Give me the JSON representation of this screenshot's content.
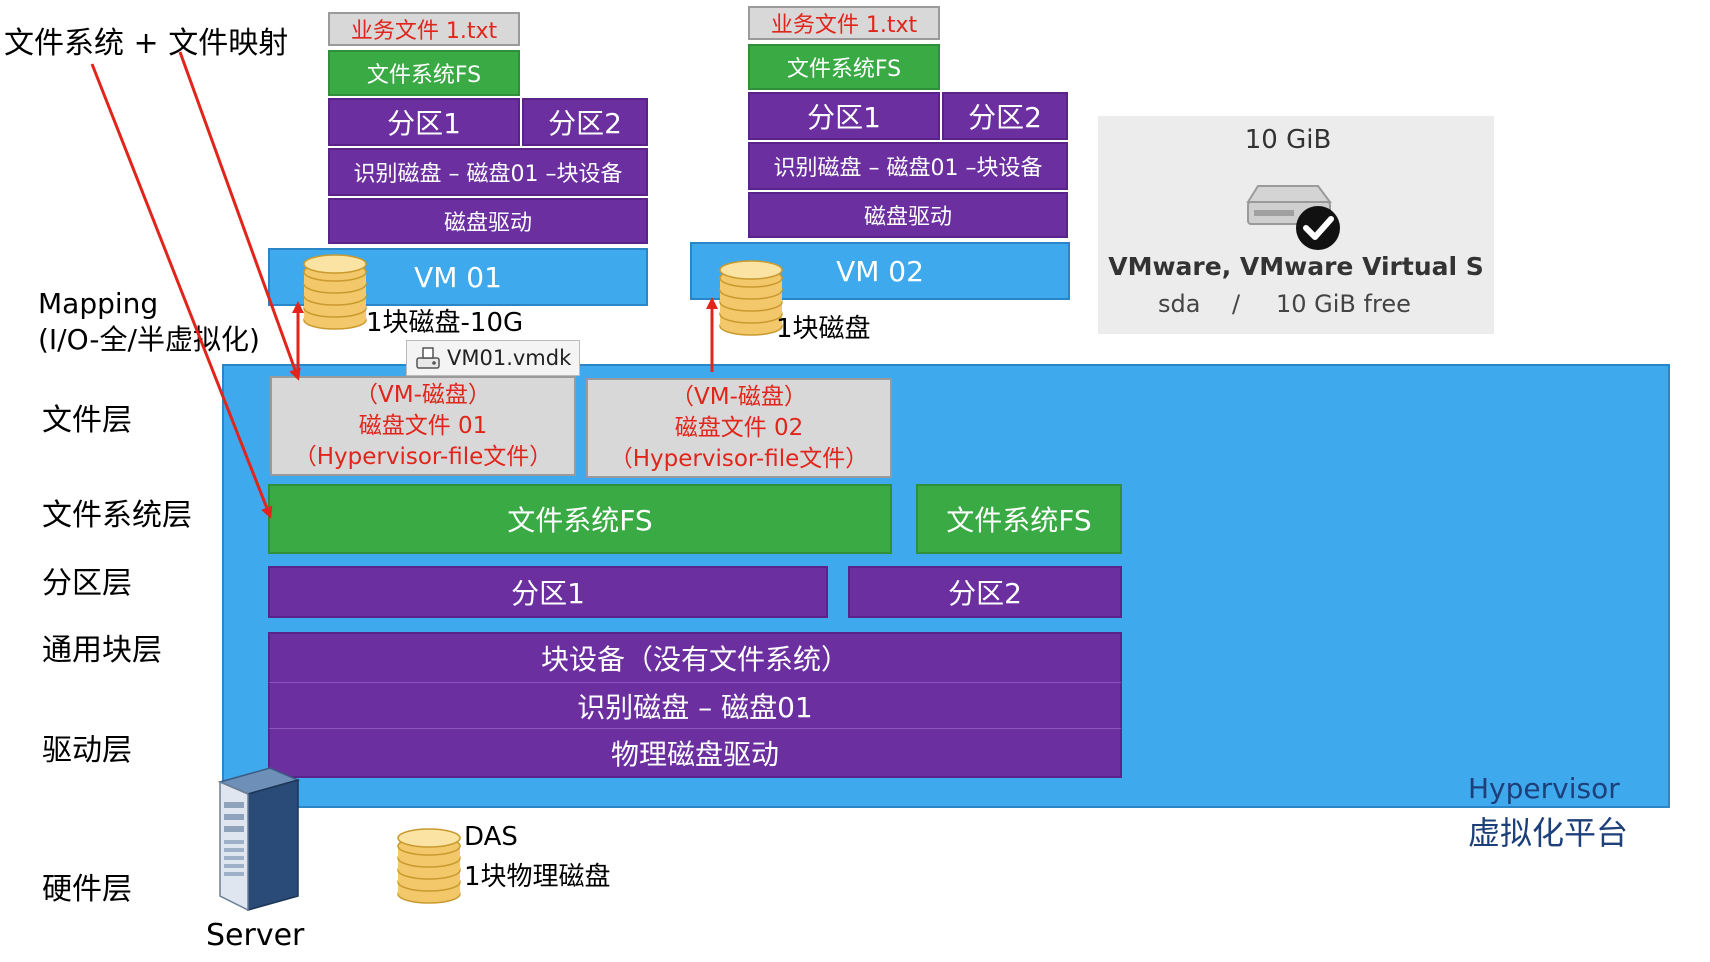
{
  "top_annotation": "文件系统 + 文件映射",
  "mapping_label": "Mapping\n(I/O-全/半虚拟化)",
  "layers": {
    "file": "文件层",
    "fs": "文件系统层",
    "partition": "分区层",
    "block": "通用块层",
    "driver": "驱动层",
    "hardware": "硬件层"
  },
  "vm1_stack": {
    "file": "业务文件 1.txt",
    "fs": "文件系统FS",
    "part1": "分区1",
    "part2": "分区2",
    "identify": "识别磁盘 – 磁盘01 –块设备",
    "driver": "磁盘驱动",
    "vm": "VM 01",
    "disk": "1块磁盘-10G"
  },
  "vm2_stack": {
    "file": "业务文件 1.txt",
    "fs": "文件系统FS",
    "part1": "分区1",
    "part2": "分区2",
    "identify": "识别磁盘 – 磁盘01 –块设备",
    "driver": "磁盘驱动",
    "vm": "VM 02",
    "disk": "1块磁盘"
  },
  "disk_card": {
    "size": "10 GiB",
    "model": "VMware, VMware Virtual S",
    "device": "sda",
    "slash": "/",
    "free": "10 GiB free"
  },
  "vmdk_tag": "VM01.vmdk",
  "hypervisor_files": [
    {
      "line1": "（VM-磁盘）",
      "line2": "磁盘文件 01",
      "line3": "（Hypervisor-file文件）"
    },
    {
      "line1": "（VM-磁盘）",
      "line2": "磁盘文件 02",
      "line3": "（Hypervisor-file文件）"
    }
  ],
  "hypervisor": {
    "fs1": "文件系统FS",
    "fs2": "文件系统FS",
    "part1": "分区1",
    "part2": "分区2",
    "block": "块设备（没有文件系统）",
    "identify": "识别磁盘 – 磁盘01",
    "driver": "物理磁盘驱动",
    "name": "Hypervisor",
    "name_cn": "虚拟化平台"
  },
  "das": {
    "title": "DAS",
    "subtitle": "1块物理磁盘"
  },
  "server_label": "Server",
  "colors": {
    "purple": "#6b2fa0",
    "green": "#3aaa45",
    "blue": "#3fa9ee",
    "red": "#e1251b",
    "grey": "#d8d8d8"
  }
}
